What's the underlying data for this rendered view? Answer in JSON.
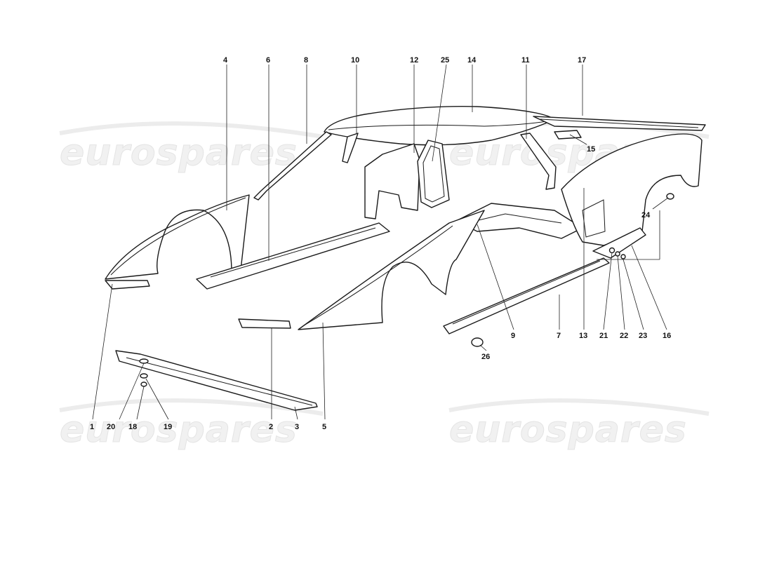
{
  "watermarks": [
    "eurospares",
    "eurospares",
    "eurospares",
    "eurospares"
  ],
  "callouts": {
    "c1": "1",
    "c2": "2",
    "c3": "3",
    "c4": "4",
    "c5": "5",
    "c6": "6",
    "c7": "7",
    "c8": "8",
    "c9": "9",
    "c10": "10",
    "c11": "11",
    "c12": "12",
    "c13": "13",
    "c14": "14",
    "c15": "15",
    "c16": "16",
    "c17": "17",
    "c18": "18",
    "c19": "19",
    "c20": "20",
    "c21": "21",
    "c22": "22",
    "c23": "23",
    "c24": "24",
    "c25": "25",
    "c26": "26"
  }
}
